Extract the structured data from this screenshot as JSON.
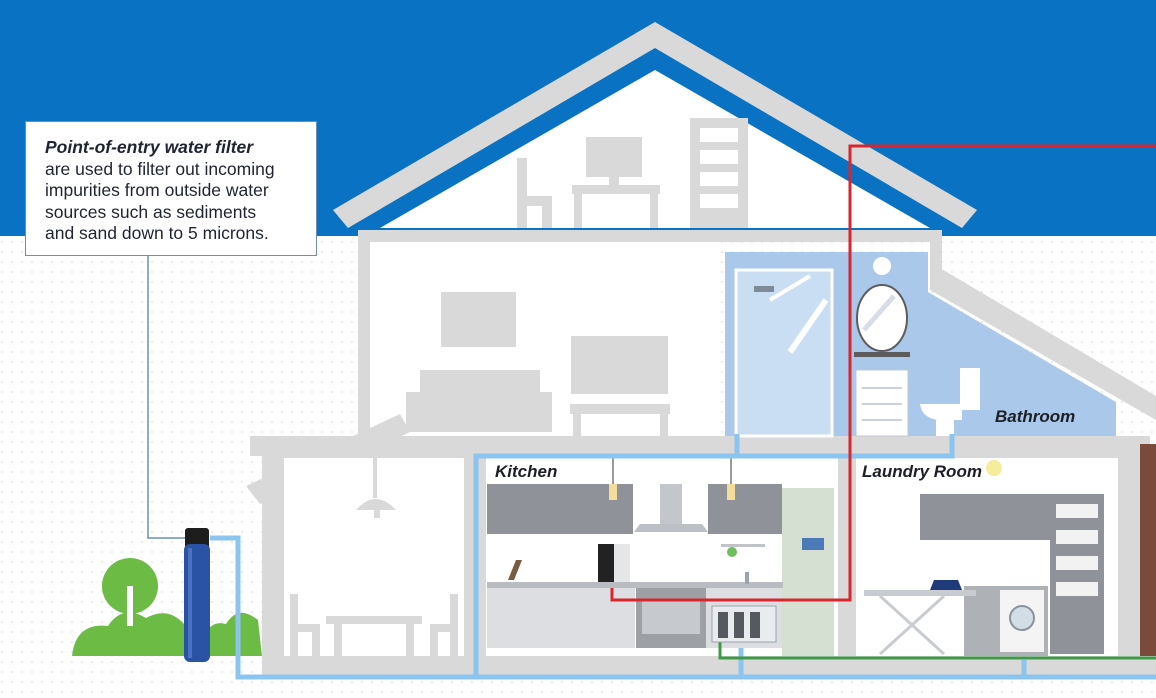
{
  "callout": {
    "title": "Point-of-entry water filter",
    "lines": [
      "are used to filter out incoming",
      "impurities from outside water",
      "sources such as sediments",
      "and sand down to 5 microns."
    ]
  },
  "rooms": {
    "bathroom": "Bathroom",
    "kitchen": "Kitchen",
    "laundry": "Laundry Room"
  },
  "colors": {
    "sky": "#0a72c2",
    "house_wall": "#dcdcdc",
    "house_interior": "#ffffff",
    "bathroom_blue": "#a9c8ea",
    "pipe_blue": "#8cc4f0",
    "pipe_red": "#d8252e",
    "pipe_green": "#3f9a48",
    "filter_tank": "#2a53a6",
    "tree_green": "#6bbb44"
  },
  "icons": {
    "filter": "water-filter-tank-icon",
    "tree": "tree-icon",
    "ceiling_lamp": "ceiling-lamp-icon"
  }
}
